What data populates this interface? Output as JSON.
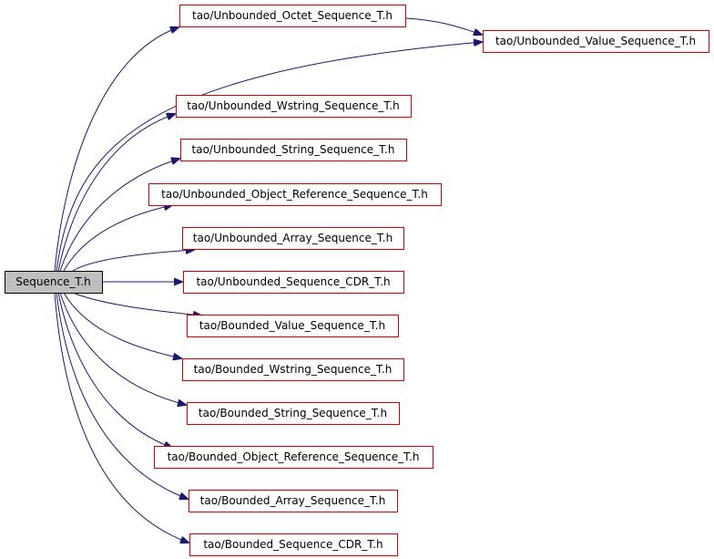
{
  "root": {
    "label": "Sequence_T.h"
  },
  "includes": [
    {
      "id": "octet",
      "label": "tao/Unbounded_Octet_Sequence_T.h"
    },
    {
      "id": "value",
      "label": "tao/Unbounded_Value_Sequence_T.h"
    },
    {
      "id": "wstring",
      "label": "tao/Unbounded_Wstring_Sequence_T.h"
    },
    {
      "id": "string",
      "label": "tao/Unbounded_String_Sequence_T.h"
    },
    {
      "id": "objref",
      "label": "tao/Unbounded_Object_Reference_Sequence_T.h"
    },
    {
      "id": "array",
      "label": "tao/Unbounded_Array_Sequence_T.h"
    },
    {
      "id": "cdr",
      "label": "tao/Unbounded_Sequence_CDR_T.h"
    },
    {
      "id": "b-value",
      "label": "tao/Bounded_Value_Sequence_T.h"
    },
    {
      "id": "b-wstring",
      "label": "tao/Bounded_Wstring_Sequence_T.h"
    },
    {
      "id": "b-string",
      "label": "tao/Bounded_String_Sequence_T.h"
    },
    {
      "id": "b-objref",
      "label": "tao/Bounded_Object_Reference_Sequence_T.h"
    },
    {
      "id": "b-array",
      "label": "tao/Bounded_Array_Sequence_T.h"
    },
    {
      "id": "b-cdr",
      "label": "tao/Bounded_Sequence_CDR_T.h"
    }
  ],
  "edges": [
    {
      "from": "root",
      "to": "octet"
    },
    {
      "from": "octet",
      "to": "value"
    },
    {
      "from": "root",
      "to": "value"
    },
    {
      "from": "root",
      "to": "wstring"
    },
    {
      "from": "root",
      "to": "string"
    },
    {
      "from": "root",
      "to": "objref"
    },
    {
      "from": "root",
      "to": "array"
    },
    {
      "from": "root",
      "to": "cdr"
    },
    {
      "from": "root",
      "to": "b-value"
    },
    {
      "from": "root",
      "to": "b-wstring"
    },
    {
      "from": "root",
      "to": "b-string"
    },
    {
      "from": "root",
      "to": "b-objref"
    },
    {
      "from": "root",
      "to": "b-array"
    },
    {
      "from": "root",
      "to": "b-cdr"
    }
  ]
}
